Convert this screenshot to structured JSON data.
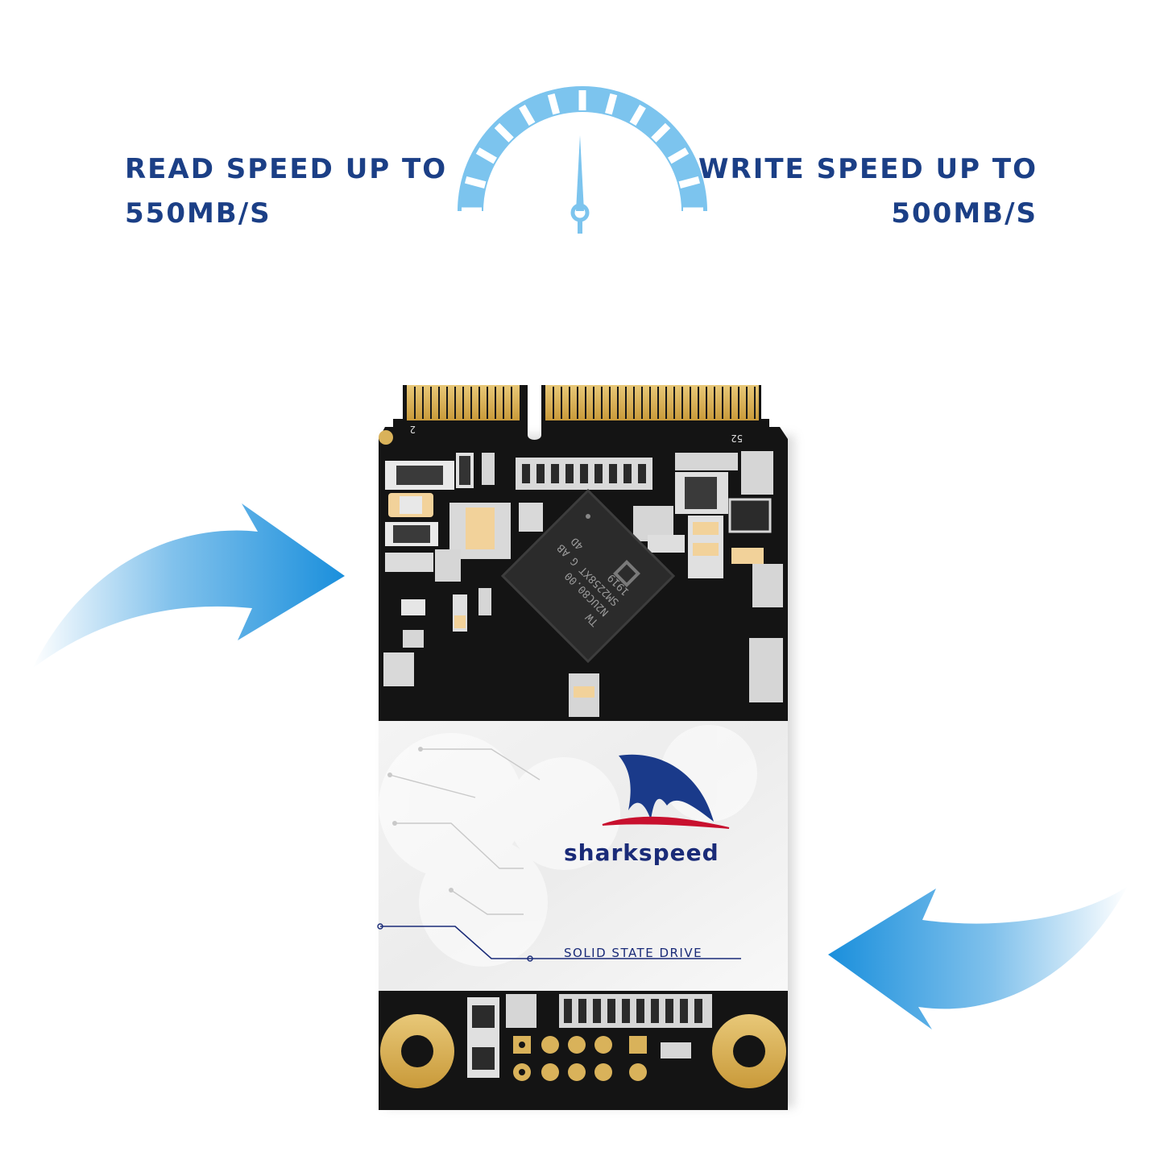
{
  "read_spec": {
    "line1": "READ SPEED UP TO",
    "line2": "550MB/S"
  },
  "write_spec": {
    "line1": "WRITE SPEED UP TO",
    "line2": "500MB/S"
  },
  "ssd": {
    "pin_left": "2",
    "pin_right": "52",
    "controller_lines": [
      "TW",
      "N2UC80.00",
      "SM2258XT G AB",
      "1919",
      "4D"
    ],
    "brand": "sharkspeed",
    "label": "SOLID STATE DRIVE"
  },
  "colors": {
    "text_dark_blue": "#1b3f86",
    "gauge_light_blue": "#7cc4ee",
    "arrow_blue": "#1a8fdc",
    "pcb_black": "#141414",
    "gold_contact": "#d9b25a",
    "brand_navy": "#1a2b78",
    "brand_red": "#c8102e"
  }
}
